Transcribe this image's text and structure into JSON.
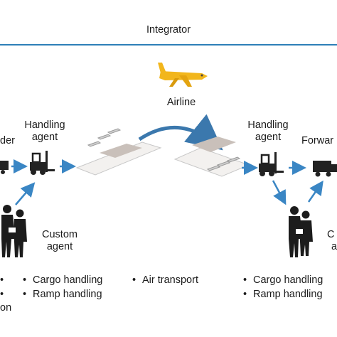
{
  "header": {
    "title": "Integrator",
    "rule_color": "#2e7fb8"
  },
  "airline": {
    "label": "Airline",
    "icon": "cargo-plane-icon",
    "color": "#f2b61c"
  },
  "actors": {
    "left_forwarder_fragment": "der",
    "left_handling_agent": [
      "Handling",
      "agent"
    ],
    "left_custom_agent": [
      "Custom",
      "agent"
    ],
    "right_handling_agent": [
      "Handling",
      "agent"
    ],
    "right_forwarder_fragment": "Forwar",
    "right_custom_agent_fragment": [
      "C",
      "a"
    ]
  },
  "services": {
    "left_column": [
      "Cargo handling",
      "Ramp handling"
    ],
    "middle_column": [
      "Air transport"
    ],
    "right_column": [
      "Cargo handling",
      "Ramp handling"
    ],
    "far_left_fragment": "on"
  },
  "colors": {
    "arrow": "#3a86c4",
    "flight_arc": "#3b78ad",
    "truck": "#222222",
    "apron": "#d9d2cd"
  }
}
